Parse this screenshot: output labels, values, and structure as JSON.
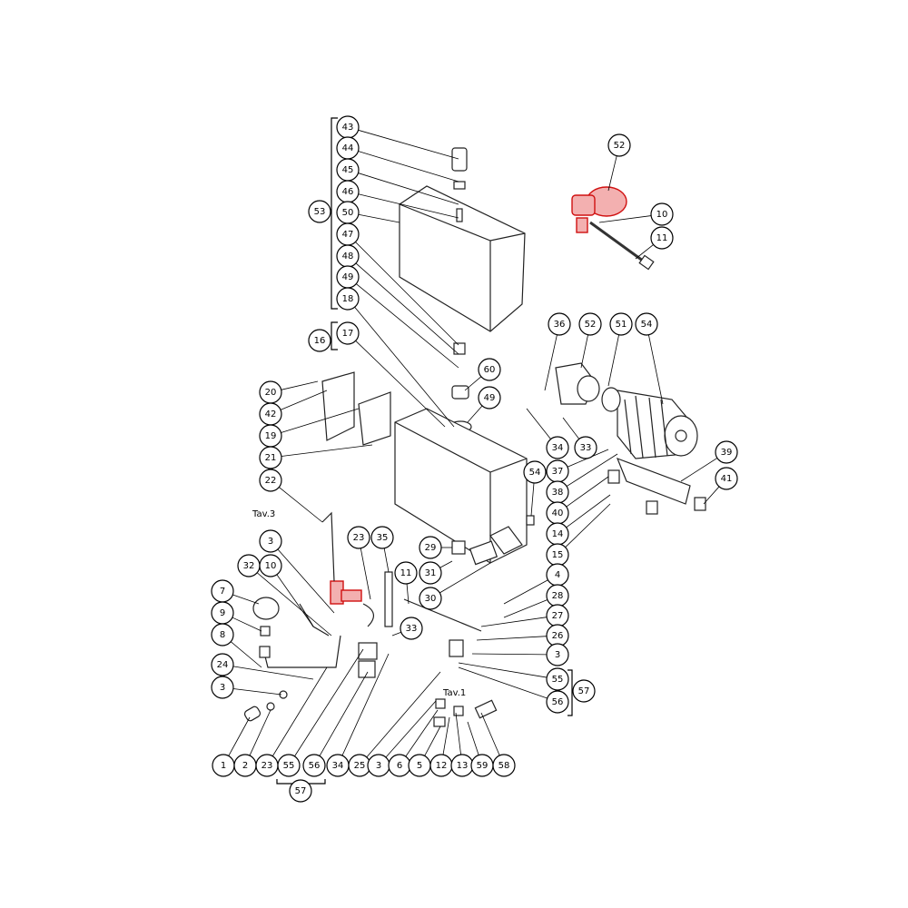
{
  "diagram": {
    "type": "exploded-parts-view",
    "highlight_color": "#d01010",
    "reference_labels": [
      "Tav.3",
      "Tav.1"
    ],
    "callouts": [
      "43",
      "44",
      "45",
      "46",
      "50",
      "47",
      "48",
      "49",
      "18",
      "53",
      "17",
      "16",
      "20",
      "42",
      "19",
      "21",
      "22",
      "3",
      "32",
      "10",
      "23",
      "35",
      "7",
      "9",
      "8",
      "24",
      "3",
      "29",
      "31",
      "11",
      "30",
      "33",
      "1",
      "2",
      "23",
      "55",
      "56",
      "34",
      "25",
      "3",
      "6",
      "5",
      "12",
      "13",
      "59",
      "58",
      "57",
      "52",
      "10",
      "11",
      "36",
      "52",
      "51",
      "54",
      "60",
      "49",
      "34",
      "33",
      "37",
      "38",
      "40",
      "14",
      "15",
      "54",
      "39",
      "41",
      "4",
      "28",
      "27",
      "26",
      "3",
      "55",
      "56",
      "57"
    ]
  }
}
